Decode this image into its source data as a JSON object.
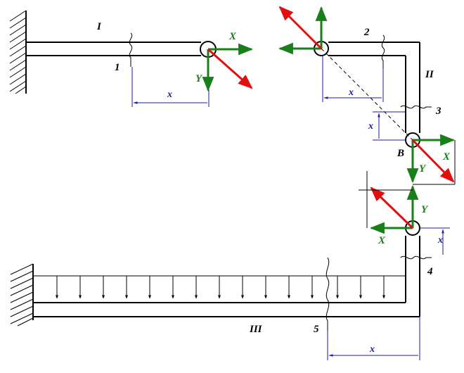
{
  "labels": {
    "frame_I": "I",
    "frame_II": "II",
    "frame_III": "III",
    "section_1": "1",
    "section_2": "2",
    "section_3": "3",
    "section_4": "4",
    "section_5": "5",
    "point_B": "B"
  },
  "forces": {
    "X": "X",
    "Y": "Y"
  },
  "dimensions": {
    "x": "x"
  },
  "colors": {
    "beam": "#000000",
    "force_axis": "#1a7f1a",
    "force_resultant": "#e01010",
    "dimension": "#1a1a9e",
    "hatch": "#000000"
  }
}
